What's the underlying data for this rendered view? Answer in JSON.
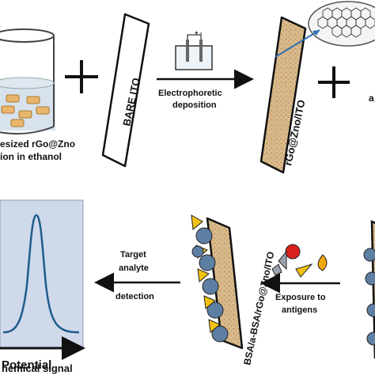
{
  "step1": {
    "beaker_label_line1": "esized rGo@Zno",
    "beaker_label_line2": "ion in ethanol"
  },
  "step2": {
    "electrode_label": "BARE ITO"
  },
  "step3": {
    "arrow_label_line1": "Electrophoretic",
    "arrow_label_line2": "deposition",
    "electrode_label": "rGo@Zno/ITO"
  },
  "step4": {
    "partial_label": "a"
  },
  "step5": {
    "arrow_label_line1": "Exposure to",
    "arrow_label_line2": "antigens"
  },
  "step6": {
    "electrode_label": "BSA/a-BSA/rGo@Zno/ITO"
  },
  "step7": {
    "arrow_label_line1": "Target",
    "arrow_label_line2": "analyte",
    "arrow_label_line3": "detection"
  },
  "signal_panel": {
    "axis_label": "Potential",
    "caption": "hemical  signal"
  },
  "colors": {
    "ito_fill": "#d9b98a",
    "plot_bg": "#cfd9ea",
    "peak_line": "#1f5c8c",
    "arrow_blue": "#2e6fb5",
    "antigen_red": "#d9221b",
    "antigen_yellow": "#f2c20f",
    "antibody_blue": "#5c7fa3"
  }
}
